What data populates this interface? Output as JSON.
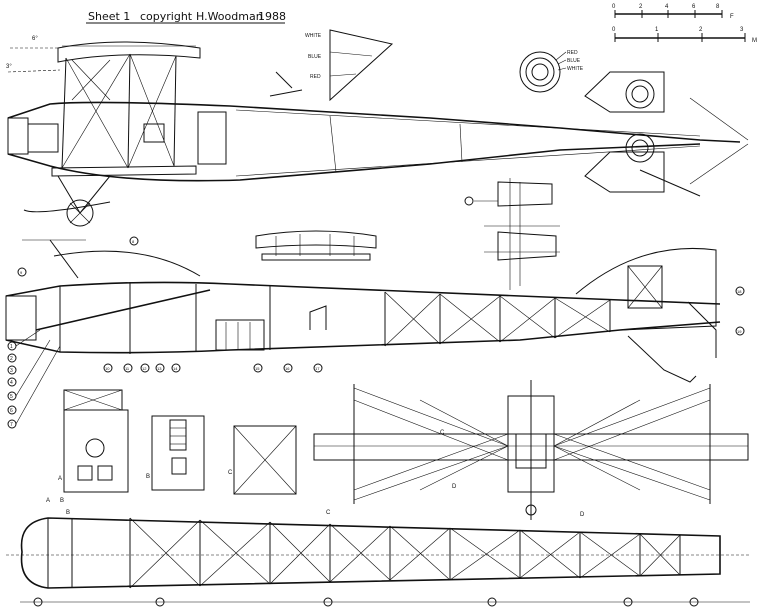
{
  "title_block": {
    "sheet": "Sheet 1",
    "copyright": "copyright",
    "author": "H.Woodman",
    "year": "1988"
  },
  "scale_feet": {
    "ticks": [
      "0",
      "2",
      "4",
      "6",
      "8"
    ],
    "unit": "F"
  },
  "scale_metres": {
    "ticks": [
      "0",
      "1",
      "2",
      "3"
    ],
    "unit": "M"
  },
  "tail_stripes": [
    "WHITE",
    "BLUE",
    "RED"
  ],
  "roundel_rings": [
    "RED",
    "BLUE",
    "WHITE"
  ],
  "angles": {
    "top": "6°",
    "left": "3°"
  },
  "section_letters": [
    "A",
    "B",
    "C",
    "D"
  ],
  "callouts_left": [
    "1",
    "2",
    "3",
    "4",
    "5",
    "6",
    "7"
  ],
  "callouts_other": [
    "8",
    "9",
    "10",
    "11",
    "12",
    "13",
    "14",
    "15",
    "16",
    "17",
    "18",
    "19"
  ],
  "bottom_stations": [
    "C",
    "B",
    "D"
  ]
}
